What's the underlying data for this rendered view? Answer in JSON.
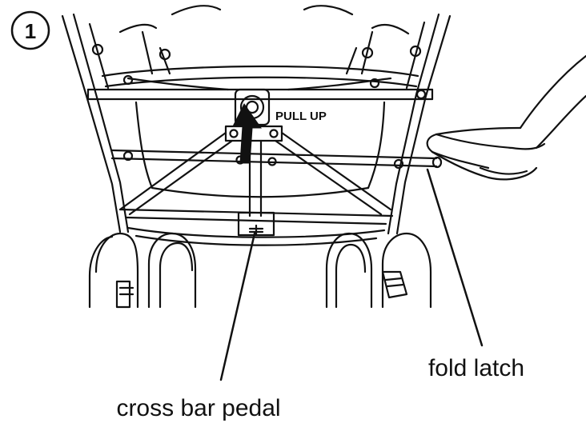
{
  "figure": {
    "step_number": "1",
    "instruction_text": "PULL UP",
    "labels": {
      "cross_bar_pedal": "cross bar pedal",
      "fold_latch": "fold latch"
    }
  },
  "colors": {
    "line": "#111111",
    "background": "#ffffff",
    "arrow": "#111111"
  }
}
